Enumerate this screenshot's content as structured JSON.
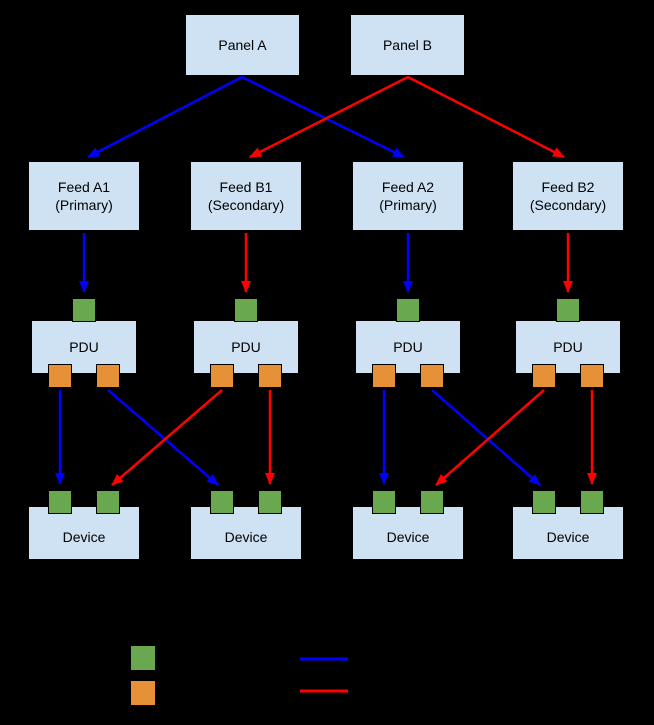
{
  "diagram": {
    "panels": [
      {
        "label": "Panel A"
      },
      {
        "label": "Panel B"
      }
    ],
    "feeds": [
      {
        "name": "Feed A1",
        "type": "(Primary)"
      },
      {
        "name": "Feed B1",
        "type": "(Secondary)"
      },
      {
        "name": "Feed A2",
        "type": "(Primary)"
      },
      {
        "name": "Feed B2",
        "type": "(Secondary)"
      }
    ],
    "pdus": [
      {
        "label": "PDU"
      },
      {
        "label": "PDU"
      },
      {
        "label": "PDU"
      },
      {
        "label": "PDU"
      }
    ],
    "devices": [
      {
        "label": "Device"
      },
      {
        "label": "Device"
      },
      {
        "label": "Device"
      },
      {
        "label": "Device"
      }
    ]
  },
  "legend": {
    "input_port_swatch_color": "#6aa84f",
    "output_port_swatch_color": "#e69138",
    "primary_line_color": "#0000ff",
    "secondary_line_color": "#ff0000"
  },
  "colors": {
    "background": "#000000",
    "box_fill": "#cfe2f3",
    "box_border": "#000000",
    "text": "#000000",
    "primary": "#0000ff",
    "secondary": "#ff0000",
    "port_green": "#6aa84f",
    "port_orange": "#e69138"
  }
}
